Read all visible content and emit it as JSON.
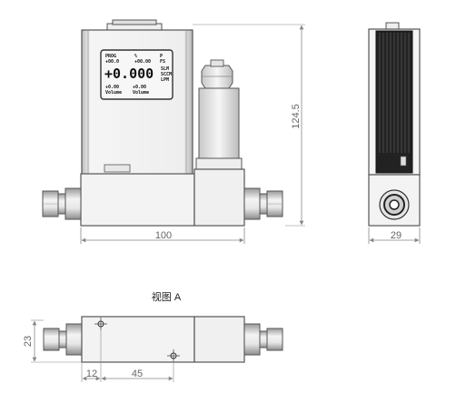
{
  "front_view": {
    "display": {
      "main_value": "+0.000",
      "top_left_lines": [
        "PROG",
        "+00.0"
      ],
      "top_mid_lines": [
        "%",
        "+00.00"
      ],
      "top_right_lines": [
        "P",
        "FS"
      ],
      "bottom_left_lines": [
        "+0.00",
        "Volume"
      ],
      "bottom_mid_lines": [
        "+0.00",
        "Volume"
      ],
      "side_right_lines": [
        "SLM",
        "SCCM",
        "LPM"
      ]
    },
    "width_label": "100",
    "height_label": "124.5"
  },
  "side_view": {
    "width_label": "29"
  },
  "view_a": {
    "caption": "视图 A",
    "height_label": "23",
    "offset_label": "12",
    "spacing_label": "45"
  },
  "colors": {
    "line": "#555555",
    "body_light": "#f2f2f2",
    "body_mid": "#dcdcdc",
    "body_dark": "#222222",
    "dimension": "#888888"
  }
}
